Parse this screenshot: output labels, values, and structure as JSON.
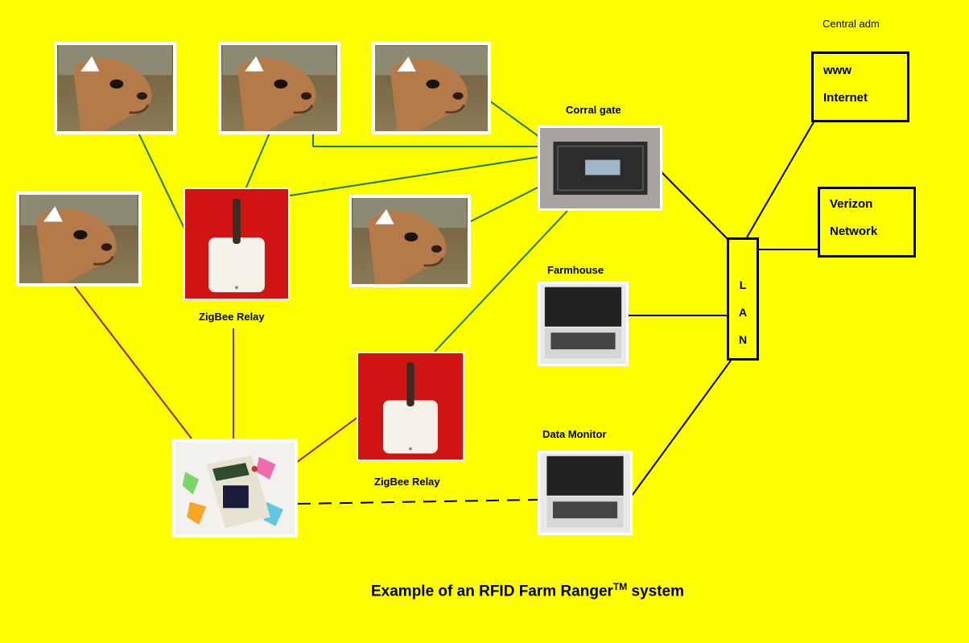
{
  "labels": {
    "central_adm": "Central adm",
    "www": "www",
    "internet": "Internet",
    "verizon": "Verizon",
    "network": "Network",
    "corral_gate": "Corral gate",
    "farmhouse": "Farmhouse",
    "data_monitor": "Data Monitor",
    "zigbee_relay_1": "ZigBee Relay",
    "zigbee_relay_2": "ZigBee Relay",
    "lan_letters": [
      "L",
      "A",
      "N"
    ]
  },
  "caption": {
    "main": "Example of an RFID Farm Ranger",
    "tm": "TM",
    "tail": " system"
  },
  "colors": {
    "background": "#ffff00",
    "wireless_link": "#1e7a1e",
    "relay_link": "#a02020",
    "wired_link": "#000000",
    "relay_face": "#d01414"
  },
  "icons": {
    "cow": "cow-photo-icon",
    "relay": "zigbee-antenna-icon",
    "gate": "corral-gate-reader-icon",
    "laptop": "laptop-icon",
    "handheld": "handheld-reader-icon"
  }
}
